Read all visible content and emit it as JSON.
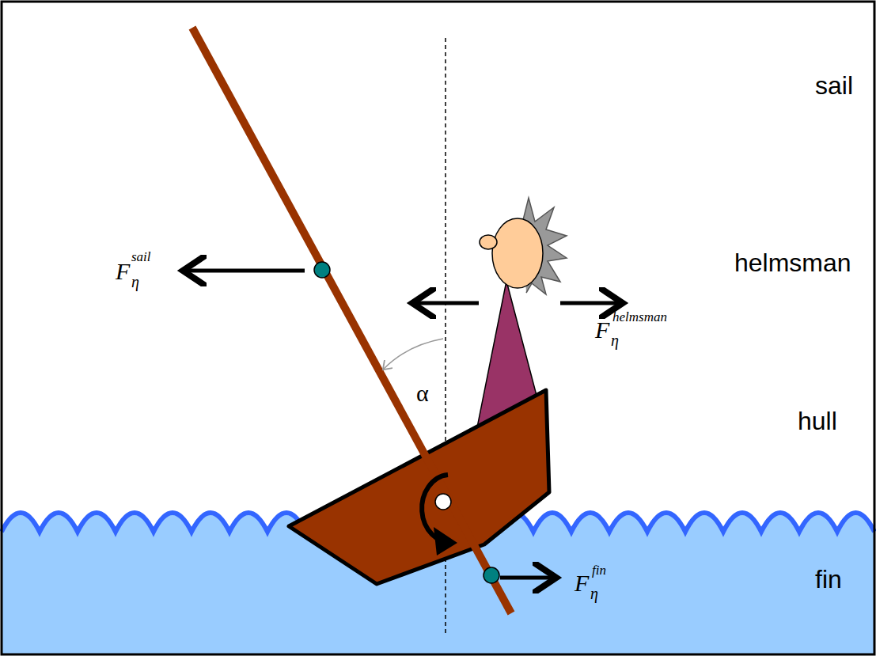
{
  "diagram": {
    "labels": [
      "sail",
      "helmsman",
      "hull",
      "fin",
      "F",
      "η",
      "sail",
      "F",
      "η",
      "helmsman",
      "F",
      "η",
      "fin",
      "α"
    ]
  }
}
